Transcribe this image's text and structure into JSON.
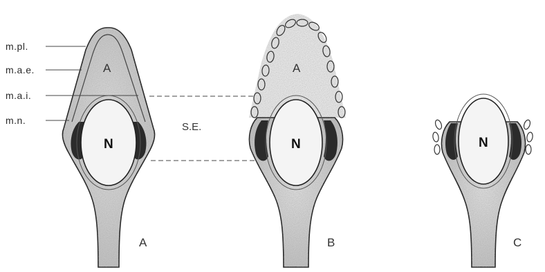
{
  "structure_labels": {
    "plasma_membrane": "m.pl.",
    "outer_acrosomal_membrane": "m.a.e.",
    "inner_acrosomal_membrane": "m.a.i.",
    "nuclear_membrane": "m.n."
  },
  "region_labels": {
    "acrosome": "A",
    "nucleus": "N",
    "equatorial_segment": "S.E."
  },
  "panels": [
    {
      "id": "A",
      "caption": "A"
    },
    {
      "id": "B",
      "caption": "B"
    },
    {
      "id": "C",
      "caption": "C"
    }
  ],
  "colors": {
    "ink": "#222222",
    "stipple": "#7a7a7a",
    "dark_band": "#2b2b2b",
    "background": "#ffffff"
  }
}
